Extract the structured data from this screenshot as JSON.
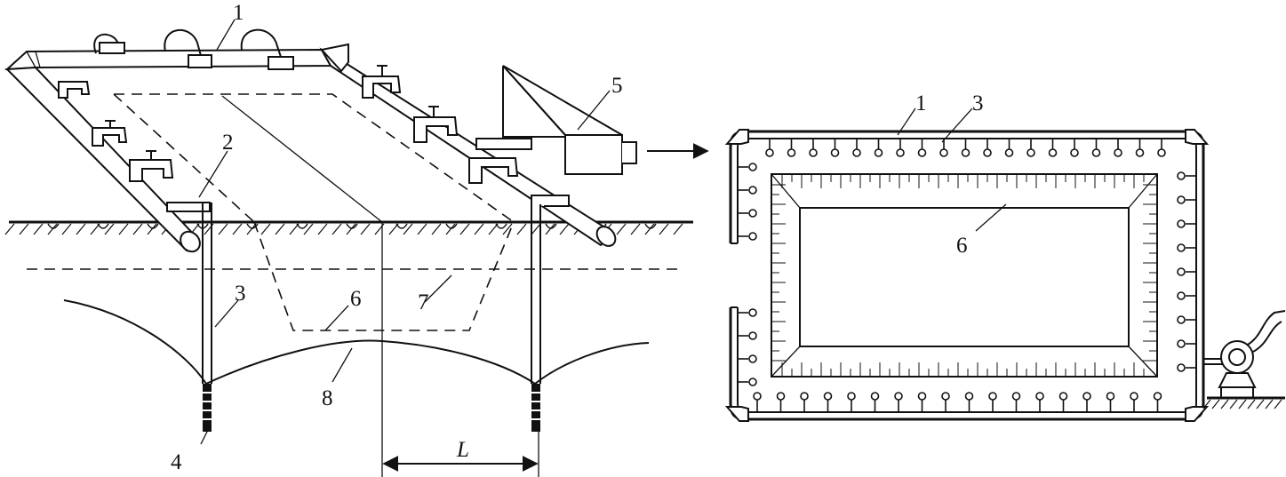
{
  "labels": {
    "l1": "1",
    "l2": "2",
    "l3": "3",
    "l4": "4",
    "l5": "5",
    "l6": "6",
    "l7": "7",
    "l8": "8",
    "L": "L",
    "r1": "1",
    "r3": "3",
    "r6": "6"
  }
}
